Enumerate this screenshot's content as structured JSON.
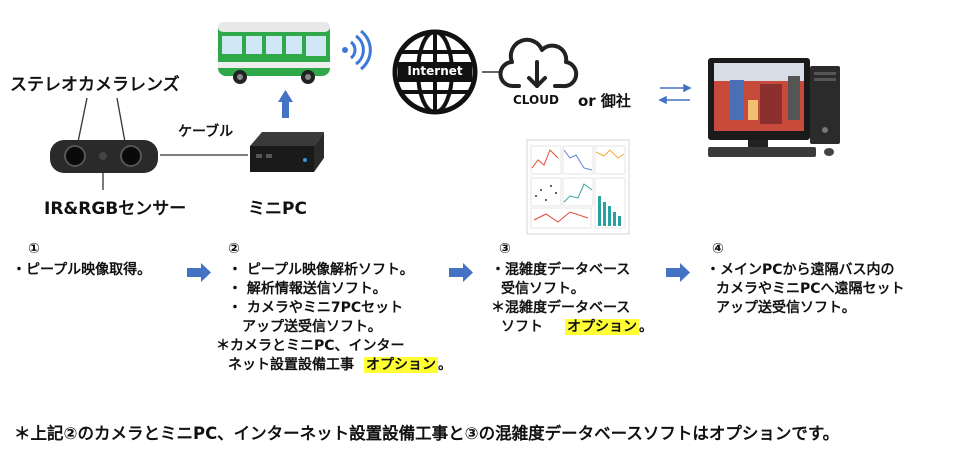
{
  "labels": {
    "stereo_lens": "ステレオカメラレンズ",
    "ir_rgb": "IR&RGBセンサー",
    "cable": "ケーブル",
    "mini_pc": "ミニPC",
    "internet": "Internet",
    "cloud": "CLOUD",
    "or_company": "or 御社"
  },
  "steps": [
    {
      "num": "①",
      "lines": [
        "・ピープル映像取得。"
      ]
    },
    {
      "num": "②",
      "lines": [
        "・ ピープル映像解析ソフト。",
        "・ 解析情報送信ソフト。",
        "・ カメラやミニ7PCセット",
        "　アップ送受信ソフト。"
      ],
      "option_prefix": [
        "＊カメラとミニPC、インター",
        "ネット設置設備工事"
      ],
      "option_label": "オプション",
      "option_suffix": "。"
    },
    {
      "num": "③",
      "lines": [
        "・混雑度データベース",
        "受信ソフト。"
      ],
      "option_prefix": [
        "＊混雑度データベース",
        "ソフト"
      ],
      "option_label": "オプション",
      "option_suffix": "。"
    },
    {
      "num": "④",
      "lines": [
        "・メインPCから遠隔バス内の",
        "カメラやミニPCへ遠隔セット",
        "アップ送受信ソフト。"
      ]
    }
  ],
  "footnote": "＊上記②のカメラとミニPC、インターネット設置設備工事と③の混雑度データベースソフトはオプションです。",
  "icons": [
    "bus-icon",
    "wifi-signal-icon",
    "globe-icon",
    "cloud-download-icon",
    "stereo-camera-icon",
    "mini-pc-icon",
    "chart-thumbnail",
    "desktop-computer-icon"
  ],
  "colors": {
    "arrow": "#4472c4",
    "highlight": "#ffff33",
    "bus": "#2fa84a"
  }
}
